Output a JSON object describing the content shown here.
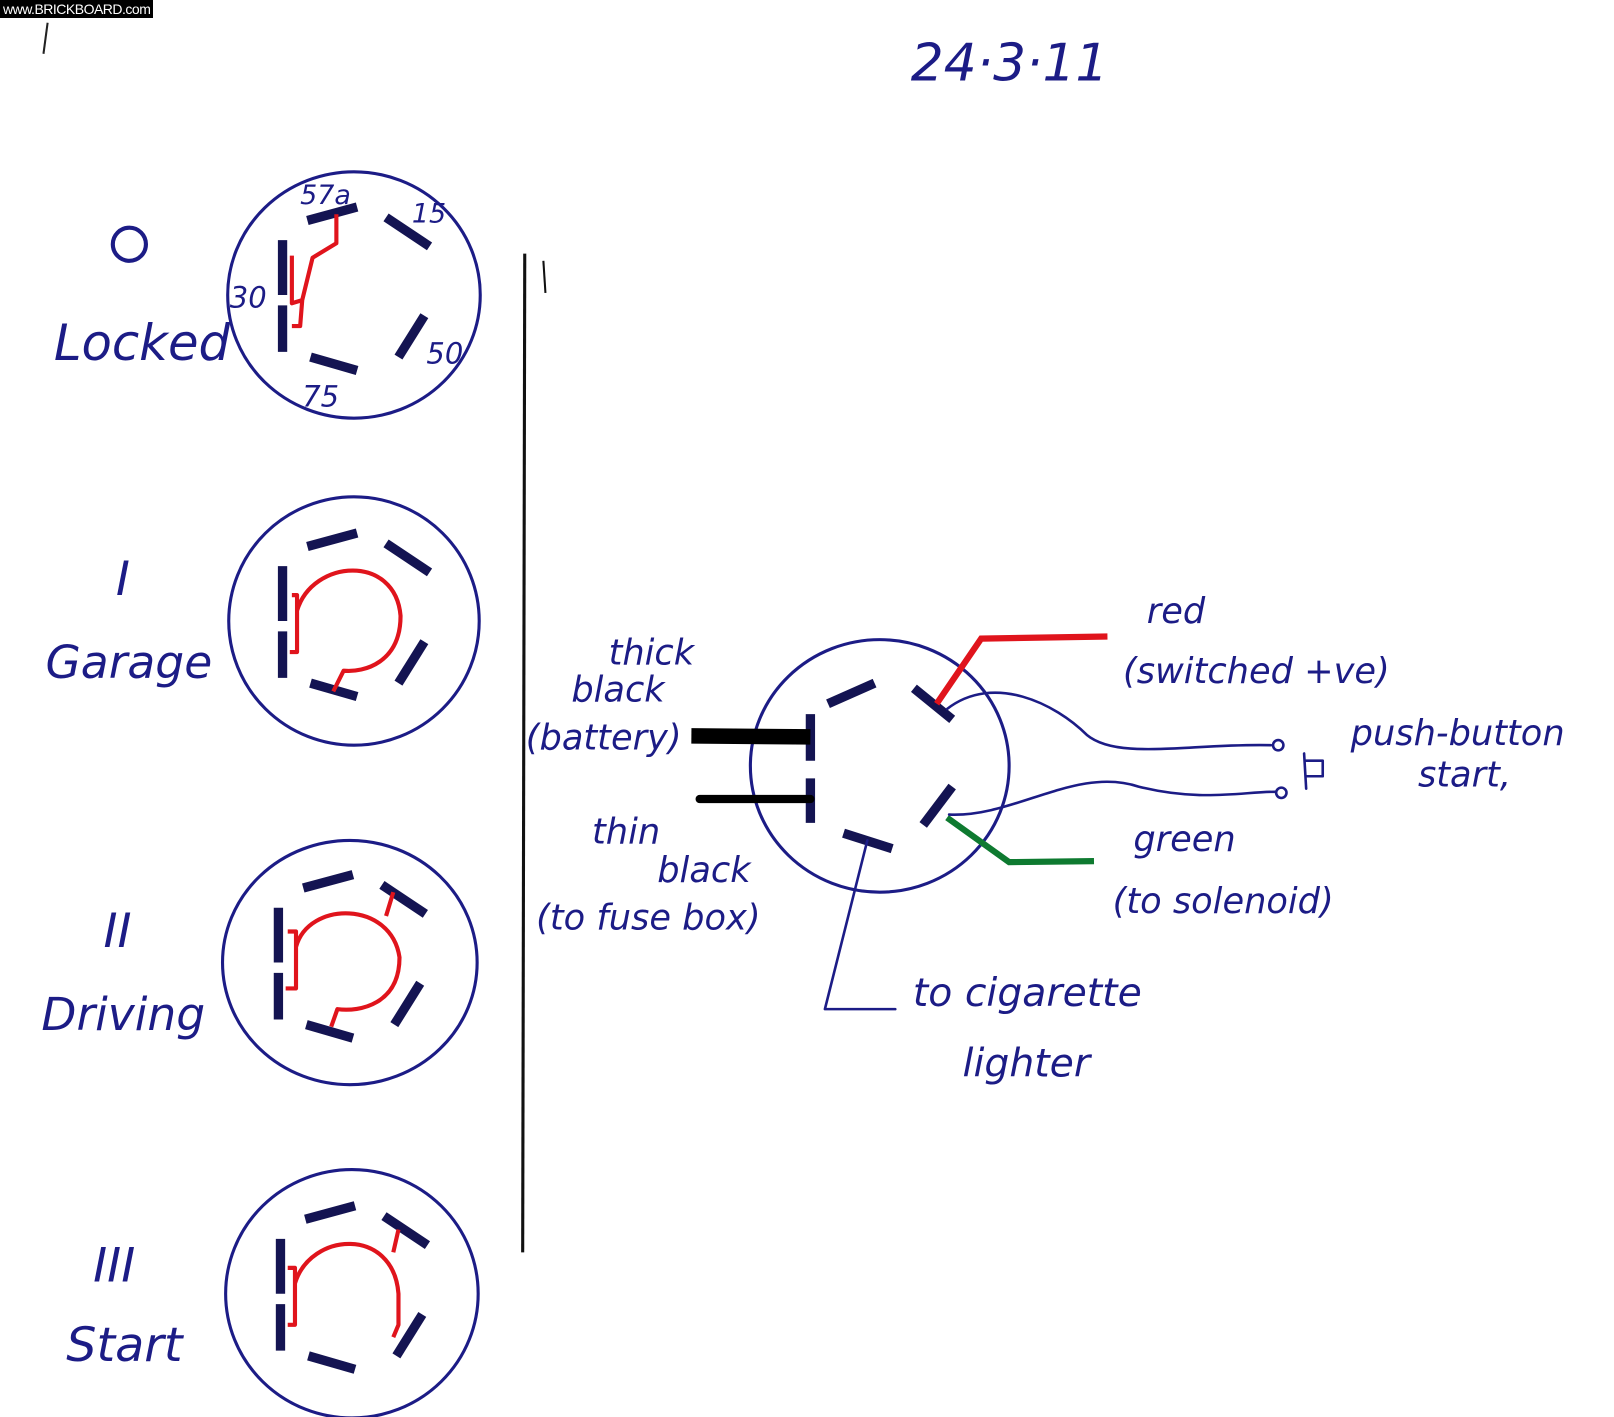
{
  "watermark": "www.BRICKBOARD.com",
  "date": "24·3·11",
  "positions": [
    {
      "numeral": "O",
      "name": "Locked"
    },
    {
      "numeral": "I",
      "name": "Garage"
    },
    {
      "numeral": "II",
      "name": "Driving"
    },
    {
      "numeral": "III",
      "name": "Start"
    }
  ],
  "terminals": {
    "t57a": "57a",
    "t15": "15",
    "t30": "30",
    "t50": "50",
    "t75": "75"
  },
  "wiring": {
    "thick_black": [
      "thick",
      "black",
      "(battery)"
    ],
    "thin_black": [
      "thin",
      "black",
      "(to fuse box)"
    ],
    "red": [
      "red",
      "(switched +ve)"
    ],
    "push_button": [
      "push-button",
      "start,"
    ],
    "green": [
      "green",
      "(to solenoid)"
    ],
    "cigarette": [
      "to cigarette",
      "lighter"
    ]
  },
  "colors": {
    "ink": "#1c1c86",
    "red": "#e0141c",
    "green": "#0e7a30",
    "black": "#000000"
  }
}
